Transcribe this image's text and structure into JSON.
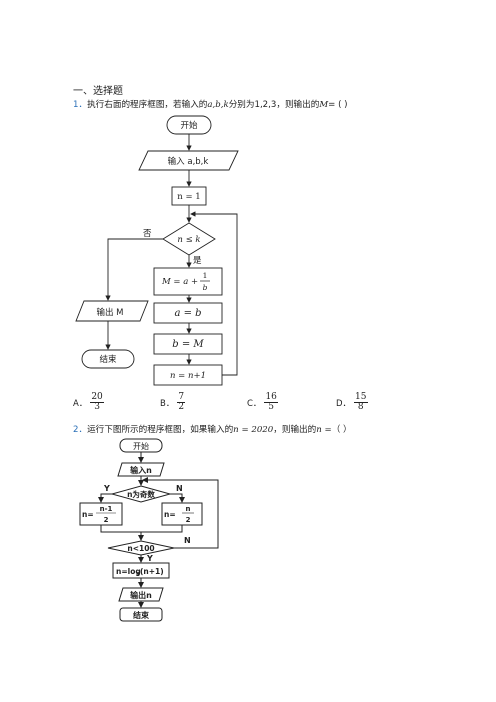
{
  "section_title": "一、选择题",
  "q1": {
    "number": "1．",
    "text_a": "执行右面的程序框图，若输入的",
    "vars": "a,b,k",
    "text_b": "分别为",
    "values": "1,2,3",
    "text_c": "，则输出的",
    "out_var": "M",
    "text_d": "= ( )",
    "flow": {
      "start": "开始",
      "input": "输入 a,b,k",
      "init": "n = 1",
      "cond": "n ≤ k",
      "no": "否",
      "yes": "是",
      "step1_left": "M = a + ",
      "step1_num": "1",
      "step1_den": "b",
      "step2": "a = b",
      "step3": "b = M",
      "step4": "n = n+1",
      "output": "输出  M",
      "end": "结束"
    },
    "options": [
      {
        "label": "A．",
        "num": "20",
        "den": "3"
      },
      {
        "label": "B．",
        "num": "7",
        "den": "2"
      },
      {
        "label": "C．",
        "num": "16",
        "den": "5"
      },
      {
        "label": "D．",
        "num": "15",
        "den": "8"
      }
    ]
  },
  "q2": {
    "number": "2．",
    "text_a": "运行下图所示的程序框图，如果输入的",
    "expr": "n = 2020",
    "text_b": "，则输出的",
    "out_var": "n =",
    "text_c": "（    ）",
    "flow": {
      "start": "开始",
      "input": "输入n",
      "cond": "n为奇数",
      "yes": "Y",
      "no": "N",
      "left_prefix": "n=",
      "left_num": "n-1",
      "left_den": "2",
      "right_prefix": "n=",
      "right_num": "n",
      "right_den": "2",
      "cond2": "n<100",
      "yes2": "Y",
      "no2": "N",
      "log": "n=log",
      "log_base": "2",
      "log_arg": "(n+1)",
      "output": "输出n",
      "end": "结束"
    }
  }
}
